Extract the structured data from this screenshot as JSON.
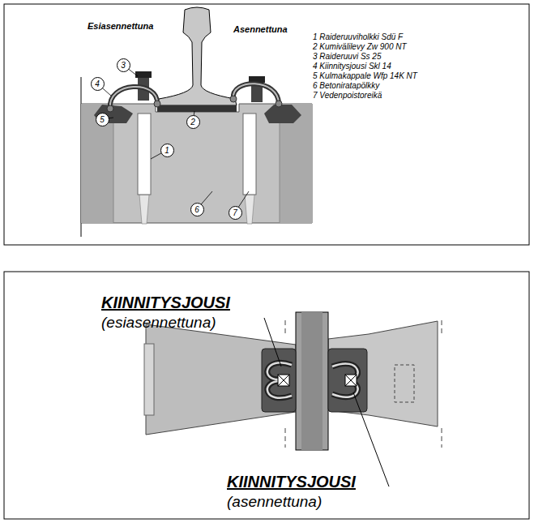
{
  "diagram": {
    "nodes": [
      {
        "text": [
          "1"
        ]
      },
      {
        "text": [
          "2"
        ]
      },
      {
        "text": [
          "3"
        ]
      },
      {
        "text": [
          "4"
        ]
      },
      {
        "text": [
          "5"
        ]
      },
      {
        "text": [
          "6"
        ]
      },
      {
        "text": [
          "7"
        ]
      }
    ],
    "labels": [
      "Esiasennettuna",
      "Asennettuna",
      "1 Raideruuviholkki Sdü F",
      "2 Kumivälilevy Zw 900 NT",
      "3 Raideruuvi Ss 25",
      "4 Kiinnitysjousi Skl 14",
      "5 Kulmakappale Wfp 14K NT",
      "6 Betoniratapölkky",
      "7 Vedenpoistoreikä",
      "KIINNITYSJOUSI",
      "(esiasennettuna)",
      "KIINNITYSJOUSI",
      "(asennettuna)"
    ]
  }
}
